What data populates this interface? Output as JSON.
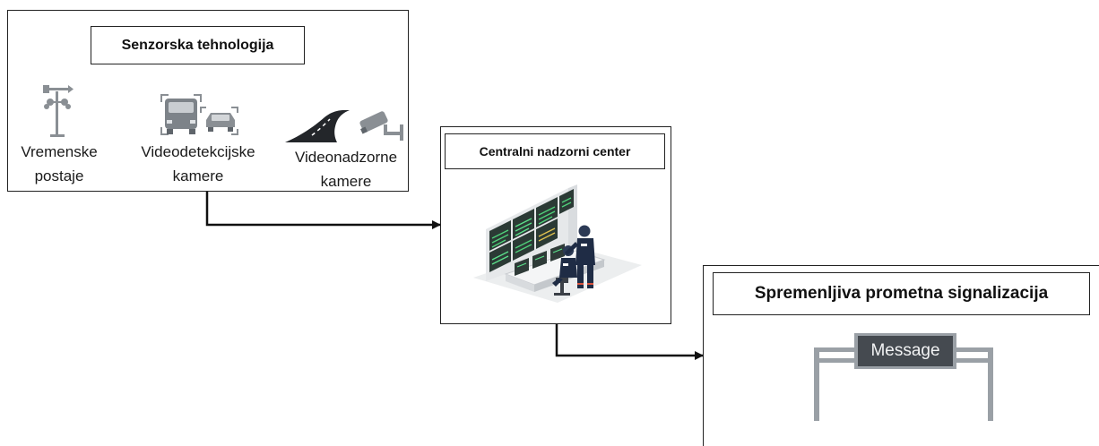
{
  "sensor_box": {
    "title": "Senzorska tehnologija",
    "items": [
      {
        "label_line1": "Vremenske",
        "label_line2": "postaje",
        "icon": "weather-station-icon"
      },
      {
        "label_line1": "Videodetekcijske",
        "label_line2": "kamere",
        "icon": "vehicle-detection-camera-icon"
      },
      {
        "label_line1": "Videonadzorne",
        "label_line2": "kamere",
        "icon": "surveillance-camera-icon"
      }
    ]
  },
  "control_box": {
    "title": "Centralni nadzorni center",
    "icon": "control-room-icon"
  },
  "signage_box": {
    "title": "Spremenljiva prometna signalizacija",
    "sign_text": "Message",
    "icon": "variable-message-sign-icon"
  },
  "colors": {
    "border": "#222222",
    "icon_gray": "#8a8f94",
    "sign_dark": "#454a50",
    "sign_frame": "#9aa0a6"
  }
}
